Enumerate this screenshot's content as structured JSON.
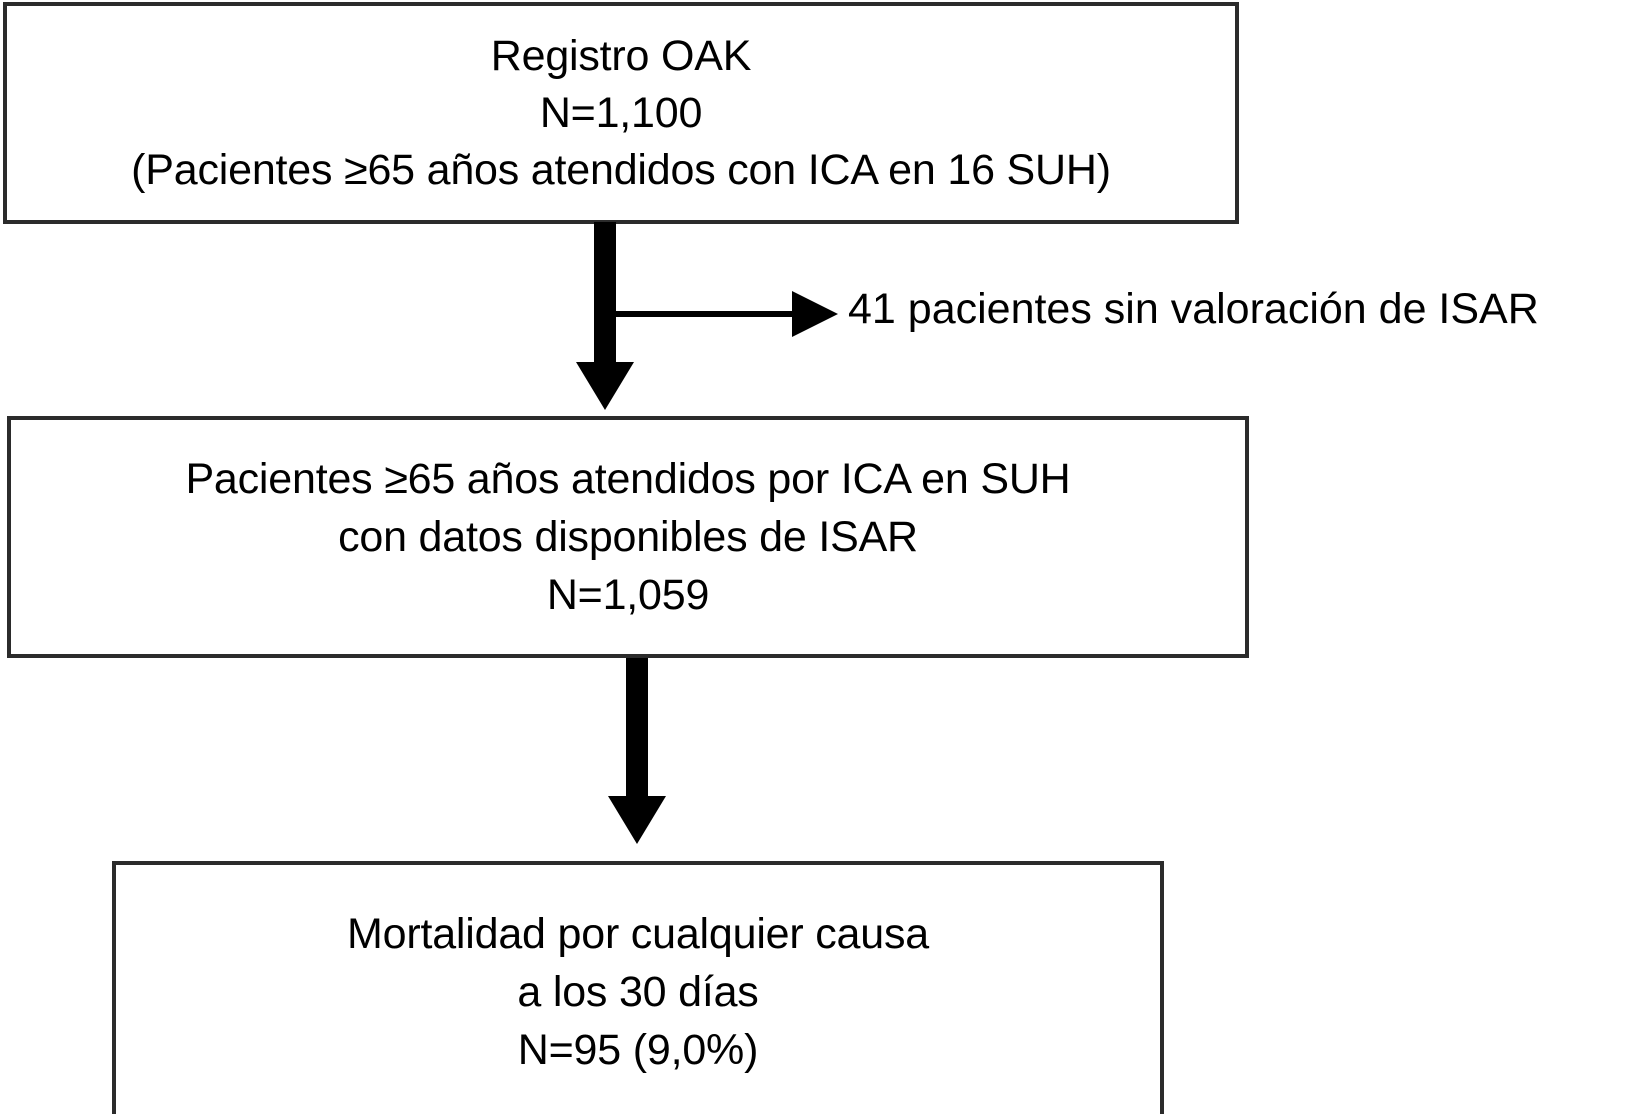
{
  "diagram": {
    "type": "flowchart",
    "orientation": "vertical",
    "title": "",
    "colors": {
      "box_border": "#2b2b2b",
      "box_fill": "#ffffff",
      "arrow": "#000000",
      "text": "#000000",
      "background": "#ffffff"
    },
    "nodes": [
      {
        "id": "registro-oak",
        "name": "registro-oak-box",
        "lines": [
          "Registro OAK",
          "N=1,100",
          "(Pacientes ≥65 años atendidos con ICA en 16 SUH)"
        ],
        "line1": "Registro OAK",
        "line2": "N=1,100",
        "line3": "(Pacientes ≥65 años atendidos con ICA en 16 SUH)",
        "count": "1,100"
      },
      {
        "id": "isar-disponible",
        "name": "isar-available-box",
        "lines": [
          "Pacientes ≥65 años atendidos por ICA en SUH",
          "con datos disponibles de ISAR",
          "N=1,059"
        ],
        "line1": "Pacientes ≥65 años atendidos por ICA en SUH",
        "line2": "con datos disponibles de ISAR",
        "line3": "N=1,059",
        "count": "1,059"
      },
      {
        "id": "mortalidad-30d",
        "name": "mortality-30-days-box",
        "lines": [
          "Mortalidad por cualquier causa",
          "a los 30 días",
          "N=95 (9,0%)"
        ],
        "line1": "Mortalidad por cualquier causa",
        "line2": "a los 30 días",
        "line3": "N=95 (9,0%)",
        "count": "95",
        "percent": "9,0%"
      }
    ],
    "exclusions": [
      {
        "id": "sin-valoracion-isar",
        "name": "exclusion-no-isar",
        "label": "41 pacientes sin valoración de ISAR",
        "count": "41"
      }
    ]
  }
}
